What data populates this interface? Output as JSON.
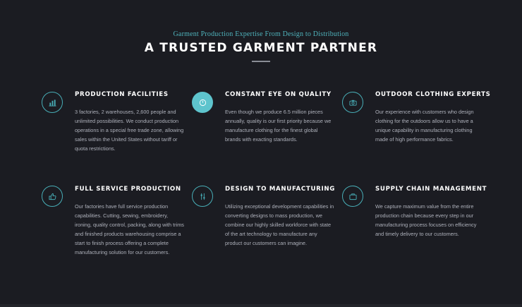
{
  "header": {
    "tagline": "Garment Production Expertise From Design to Distribution",
    "title": "A TRUSTED GARMENT PARTNER"
  },
  "features": [
    {
      "icon": "bar-chart-icon",
      "title": "PRODUCTION FACILITIES",
      "text": "3 factories, 2 warehouses, 2,600 people and unlimited possibilities. We conduct production operations in a special free trade zone, allowing sales within the United States without tariff or quota restrictions."
    },
    {
      "icon": "clock-icon",
      "title": "CONSTANT EYE ON QUALITY",
      "text": "Even though we produce 6.5 million pieces annually, quality is our first priority because we manufacture clothing for the finest global brands with exacting standards."
    },
    {
      "icon": "camera-icon",
      "title": "OUTDOOR CLOTHING EXPERTS",
      "text": "Our experience with customers who design clothing for the outdoors allow us to have a unique capability in manufacturing clothing made of high performance fabrics."
    },
    {
      "icon": "thumbs-up-icon",
      "title": "FULL SERVICE PRODUCTION",
      "text": "Our factories have full service production capabilities. Cutting, sewing, embroidery, ironing, quality control, packing, along with trims and finished products warehousing comprise a start to finish process offering a complete manufacturing solution for our customers."
    },
    {
      "icon": "sliders-icon",
      "title": "DESIGN TO MANUFACTURING",
      "text": "Utilizing exceptional development capabilities in converting designs to mass production, we combine our highly skilled workforce with state of the art technology to manufacture any product our customers can imagine."
    },
    {
      "icon": "briefcase-icon",
      "title": "SUPPLY CHAIN MANAGEMENT",
      "text": "We capture maximum value from the entire production chain because every step in our manufacturing process focuses on efficiency and timely delivery to our customers."
    }
  ],
  "colors": {
    "background": "#1b1c22",
    "accent": "#4fb3bc",
    "accent_fill": "#5ec4cd"
  }
}
